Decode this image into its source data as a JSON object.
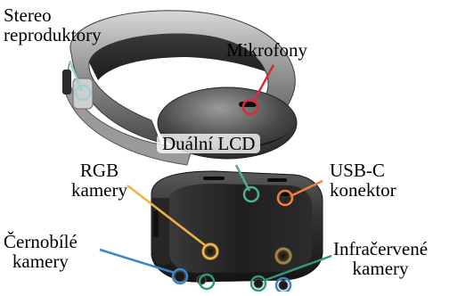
{
  "labels": {
    "stereo": {
      "line1": "Stereo",
      "line2": "reproduktory"
    },
    "mic": {
      "line1": "Mikrofony"
    },
    "lcd": {
      "line1": "Duální LCD"
    },
    "rgb": {
      "line1": "RGB",
      "line2": "kamery"
    },
    "usbc": {
      "line1": "USB-C",
      "line2": "konektor"
    },
    "mono": {
      "line1": "Černobílé",
      "line2": "kamery"
    },
    "ir": {
      "line1": "Infračervené",
      "line2": "kamery"
    }
  },
  "colors": {
    "speaker": "#9fd0cf",
    "mic": "#d92b3a",
    "lcd": "#4fb08c",
    "rgb": "#f2b340",
    "usbc": "#f07f3c",
    "mono": "#3a86c8",
    "ir": "#2f9a73"
  }
}
